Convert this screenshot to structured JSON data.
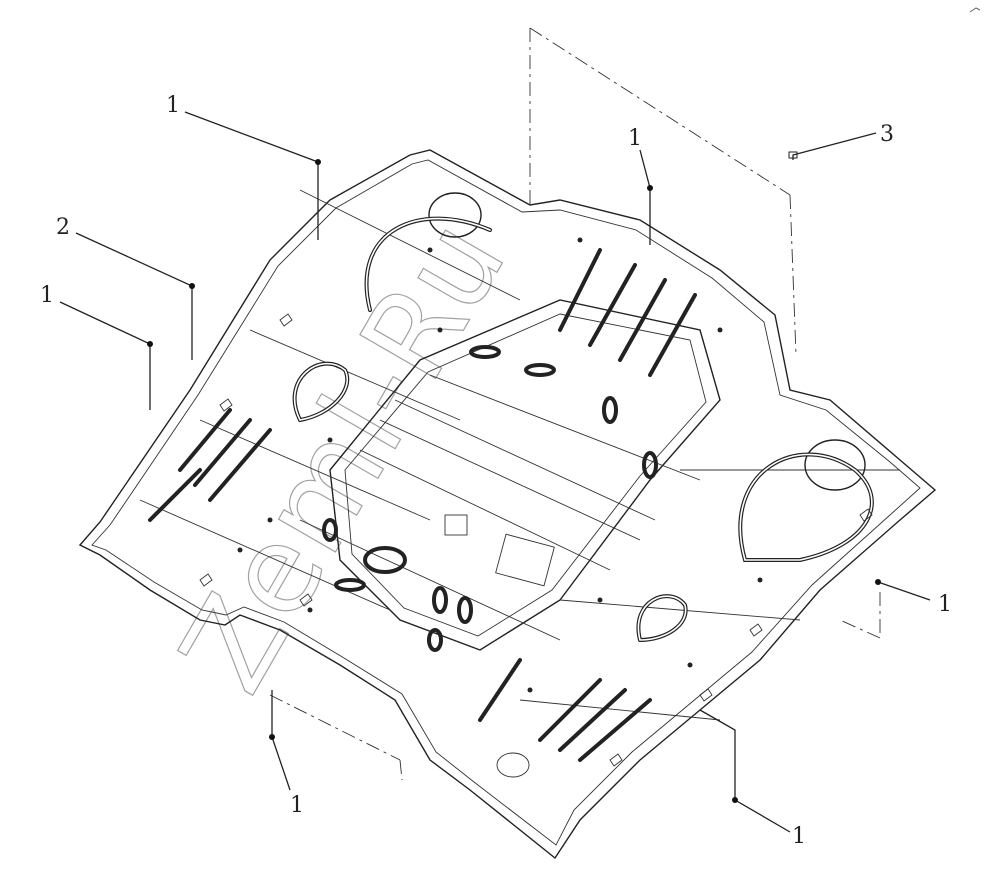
{
  "watermark_text": "Zeml-Ru",
  "callouts": [
    {
      "label": "1"
    },
    {
      "label": "2"
    },
    {
      "label": "1"
    },
    {
      "label": "1"
    },
    {
      "label": "3"
    },
    {
      "label": "1"
    },
    {
      "label": "1"
    },
    {
      "label": "1"
    }
  ]
}
